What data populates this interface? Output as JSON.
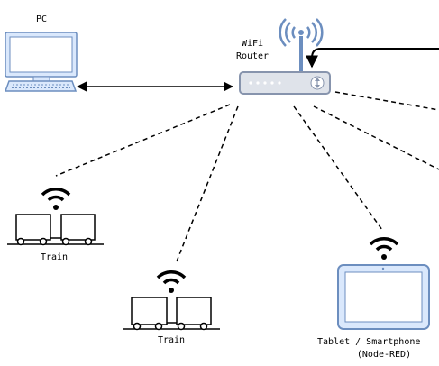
{
  "labels": {
    "pc": "PC",
    "router_line1": "WiFi",
    "router_line2": "Router",
    "train_left": "Train",
    "train_bottom": "Train",
    "tablet_line1": "Tablet / Smartphone",
    "tablet_line2": "(Node-RED)"
  },
  "colors": {
    "device_fill": "#dae8fc",
    "device_stroke": "#6c8ebf",
    "router_fill": "#dfe3ea",
    "router_stroke": "#8794ad",
    "antenna": "#6c8ebf",
    "line": "#000000"
  }
}
